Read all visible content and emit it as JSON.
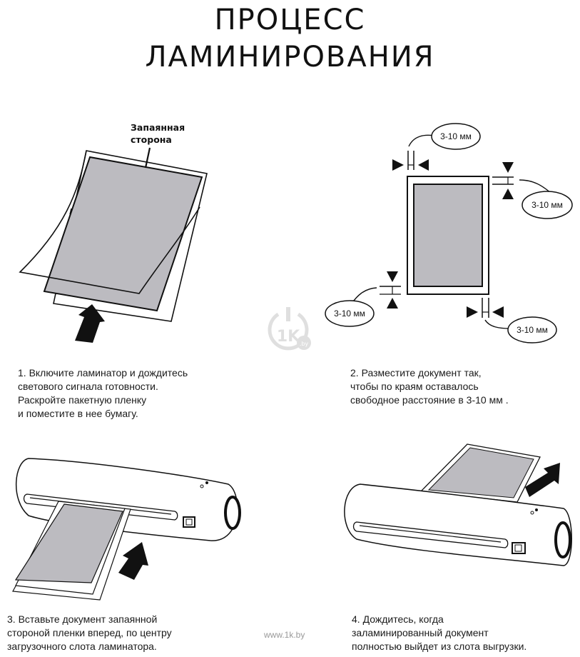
{
  "title": {
    "line1": "ПРОЦЕСС",
    "line2": "ЛАМИНИРОВАНИЯ"
  },
  "colors": {
    "document_fill": "#bcbbc0",
    "ink": "#111111",
    "arrow": "#111111",
    "watermark": "#999999"
  },
  "step1": {
    "illustration": "pouch-open-insert-paper",
    "callout": {
      "line1": "Запаянная",
      "line2": "сторона"
    },
    "icon": "arrow-up-icon",
    "caption": [
      "1. Включите ламинатор и дождитесь",
      "светового сигнала готовности.",
      "Раскройте пакетную пленку",
      "и поместите в нее бумагу."
    ]
  },
  "step2": {
    "illustration": "document-margins",
    "margin_labels": [
      "3-10 мм",
      "3-10 мм",
      "3-10 мм",
      "3-10 мм"
    ],
    "caption": [
      "2. Разместите документ так,",
      "чтобы по краям оставалось",
      "свободное расстояние в 3-10 мм ."
    ]
  },
  "step3": {
    "illustration": "laminator-insert",
    "icon": "arrow-up-icon",
    "caption": [
      "3. Вставьте документ запаянной",
      "стороной пленки вперед, по центру",
      "загрузочного слота ламинатора."
    ]
  },
  "step4": {
    "illustration": "laminator-output",
    "icon": "arrow-up-icon",
    "caption": [
      "4. Дождитесь, когда",
      "заламинированный документ",
      "полностью выйдет из слота выгрузки."
    ]
  },
  "watermark": {
    "text": "www.1k.by",
    "logo_text": "1K",
    "logo_sub": ".by"
  }
}
